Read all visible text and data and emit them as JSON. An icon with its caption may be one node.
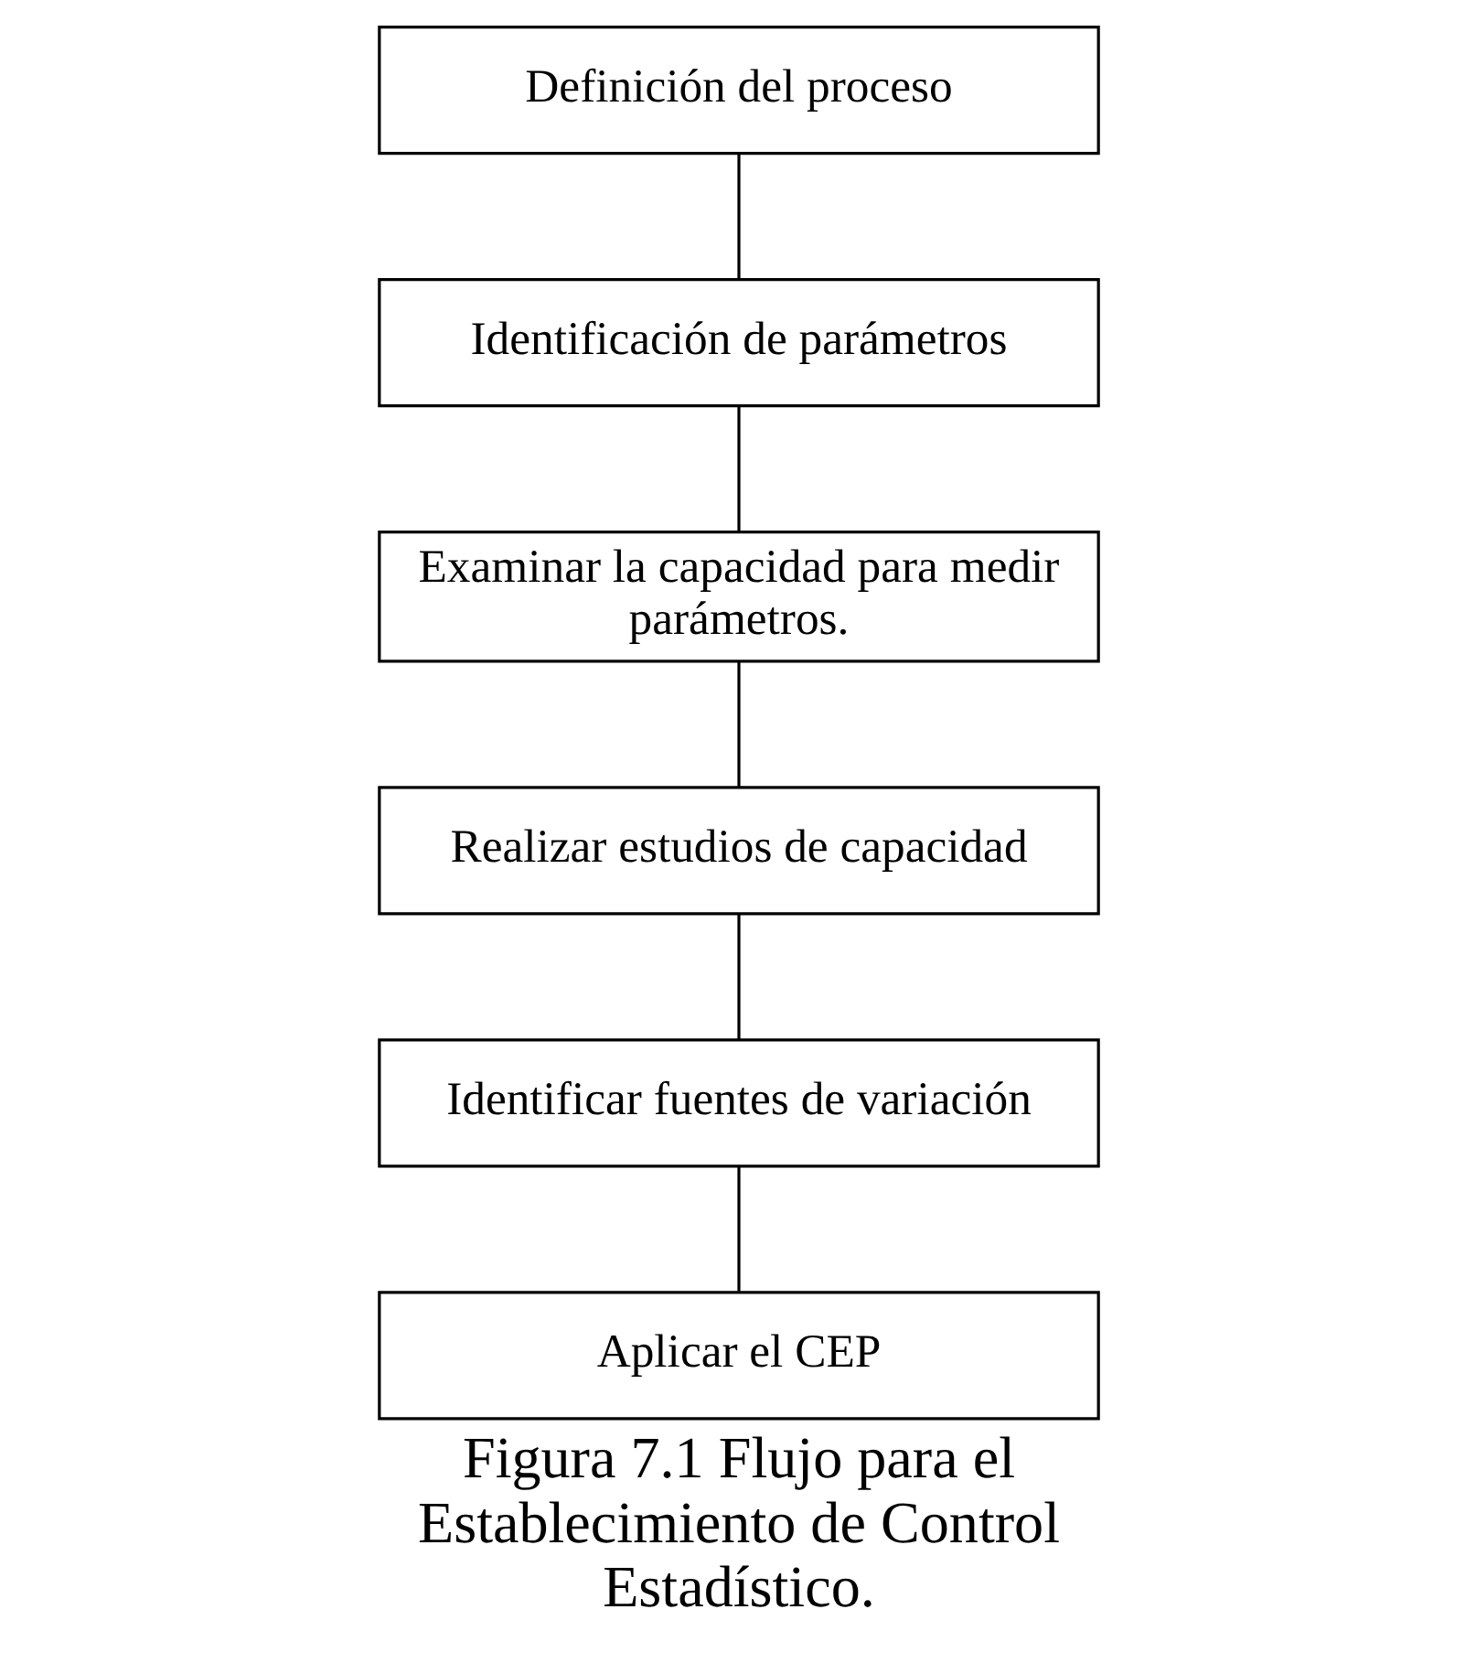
{
  "diagram": {
    "caption": "Figura 7.1 Flujo para el Establecimiento de Control Estadístico.",
    "nodes": [
      {
        "text": [
          "Definición del proceso"
        ]
      },
      {
        "text": [
          "Identificación de parámetros"
        ]
      },
      {
        "text": [
          "Examinar la capacidad para medir parámetros."
        ]
      },
      {
        "text": [
          "Realizar estudios de capacidad"
        ]
      },
      {
        "text": [
          "Identificar fuentes de variación"
        ]
      },
      {
        "text": [
          "Aplicar el CEP"
        ]
      }
    ],
    "edges": [
      {
        "from": 0,
        "to": 1,
        "arrow": "none"
      },
      {
        "from": 1,
        "to": 2,
        "arrow": "none"
      },
      {
        "from": 2,
        "to": 3,
        "arrow": "none"
      },
      {
        "from": 3,
        "to": 4,
        "arrow": "none"
      },
      {
        "from": 4,
        "to": 5,
        "arrow": "none"
      }
    ]
  }
}
